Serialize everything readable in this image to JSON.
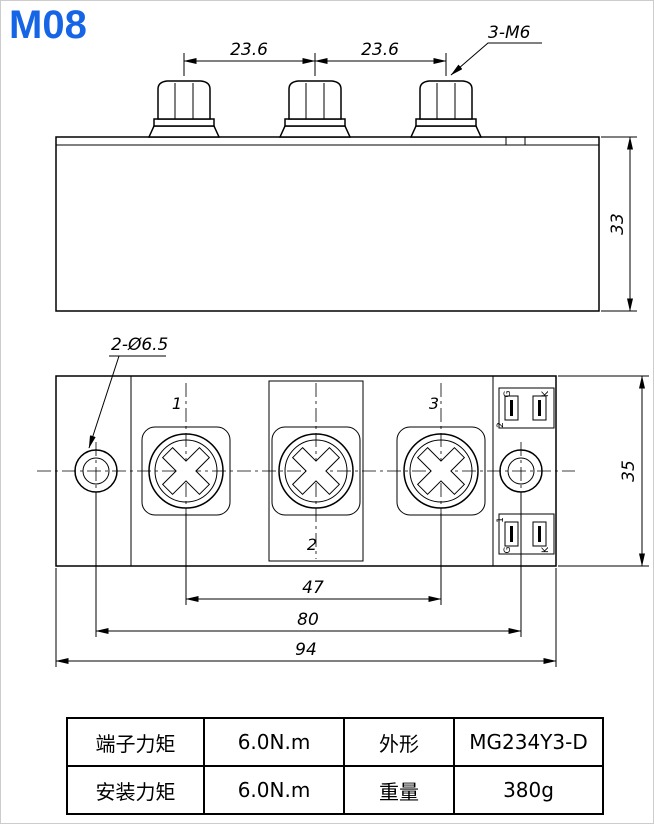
{
  "page": {
    "title": "M08"
  },
  "colors": {
    "accent": "#1565e6",
    "line": "#000000"
  },
  "side_view": {
    "dim_pitch_left": "23.6",
    "dim_pitch_right": "23.6",
    "thread_label": "3-M6",
    "dim_height": "33"
  },
  "front_view": {
    "hole_label": "2-Ø6.5",
    "terminals": {
      "t1": "1",
      "t2": "2",
      "t3": "3"
    },
    "aux_top": {
      "left": "G",
      "right": "K",
      "num": "2"
    },
    "aux_bottom": {
      "left": "G",
      "right": "K",
      "num": "1"
    },
    "dim_terminal_span": "47",
    "dim_hole_span": "80",
    "dim_width": "94",
    "dim_height": "35"
  },
  "table": {
    "rows": [
      [
        "端子力矩",
        "6.0N.m",
        "外形",
        "MG234Y3-D"
      ],
      [
        "安装力矩",
        "6.0N.m",
        "重量",
        "380g"
      ]
    ]
  }
}
